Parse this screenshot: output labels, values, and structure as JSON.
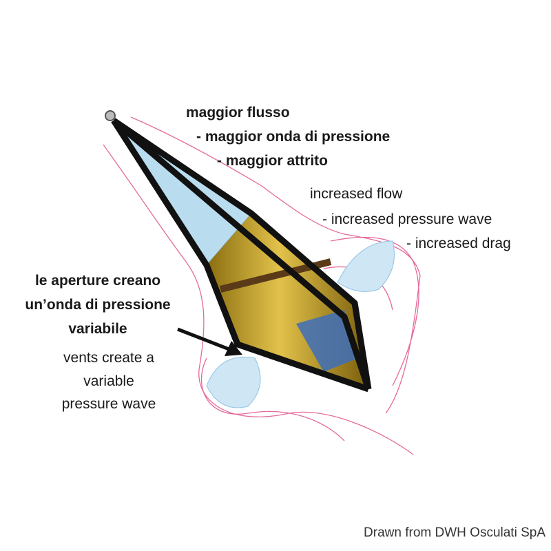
{
  "italian_flow_labels": {
    "line1": "maggior flusso",
    "line2": "- maggior onda di pressione",
    "line3": "- maggior attrito"
  },
  "english_flow_labels": {
    "line1": "increased flow",
    "line2": "- increased pressure wave",
    "line3": "- increased drag"
  },
  "italian_vents_label": {
    "line1": "le aperture creano",
    "line2": "un’onda di pressione",
    "line3": "variabile"
  },
  "english_vents_label": {
    "line1": "vents create a",
    "line2": "variable",
    "line3": "pressure wave"
  },
  "credit": "Drawn from DWH Osculati SpA",
  "colors": {
    "body": "#c9a227",
    "frame": "#111111",
    "flow_lines": "#e0508a",
    "water": "#8ec3e6"
  }
}
